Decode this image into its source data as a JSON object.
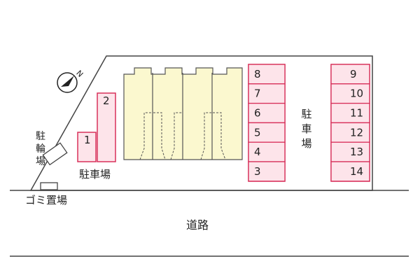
{
  "map": {
    "parking_right_label": "駐車場",
    "parking_left_label": "駐車場",
    "bicycle_parking_label": "駐輪場",
    "garbage_area_label": "ゴミ置場",
    "road_label": "道路",
    "compass_label": "N",
    "parking_left_spaces": [
      "1",
      "2"
    ],
    "parking_center_spaces": [
      "8",
      "7",
      "6",
      "5",
      "4",
      "3"
    ],
    "parking_right_spaces": [
      "9",
      "10",
      "11",
      "12",
      "13",
      "14"
    ],
    "colors": {
      "parking_fill": "#fde4ea",
      "parking_stroke": "#d8305a",
      "building_fill": "#fbf8cf",
      "line": "#333333"
    },
    "icons": [
      "compass-icon"
    ]
  }
}
